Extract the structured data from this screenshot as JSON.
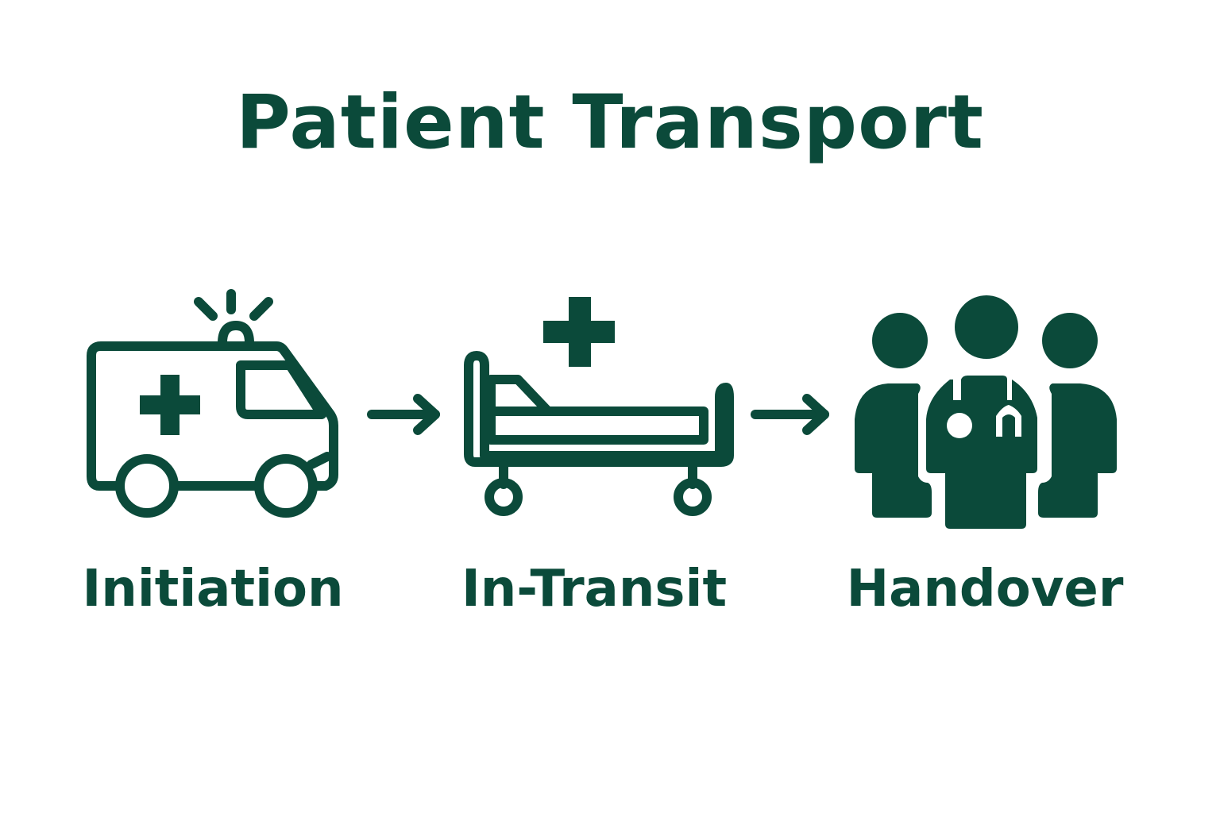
{
  "title": "Patient Transport",
  "steps": [
    {
      "label": "Initiation",
      "icon": "ambulance-icon"
    },
    {
      "label": "In-Transit",
      "icon": "hospital-bed-icon"
    },
    {
      "label": "Handover",
      "icon": "medical-team-icon"
    }
  ],
  "colors": {
    "primary": "#0b4a3a",
    "background": "#ffffff"
  }
}
